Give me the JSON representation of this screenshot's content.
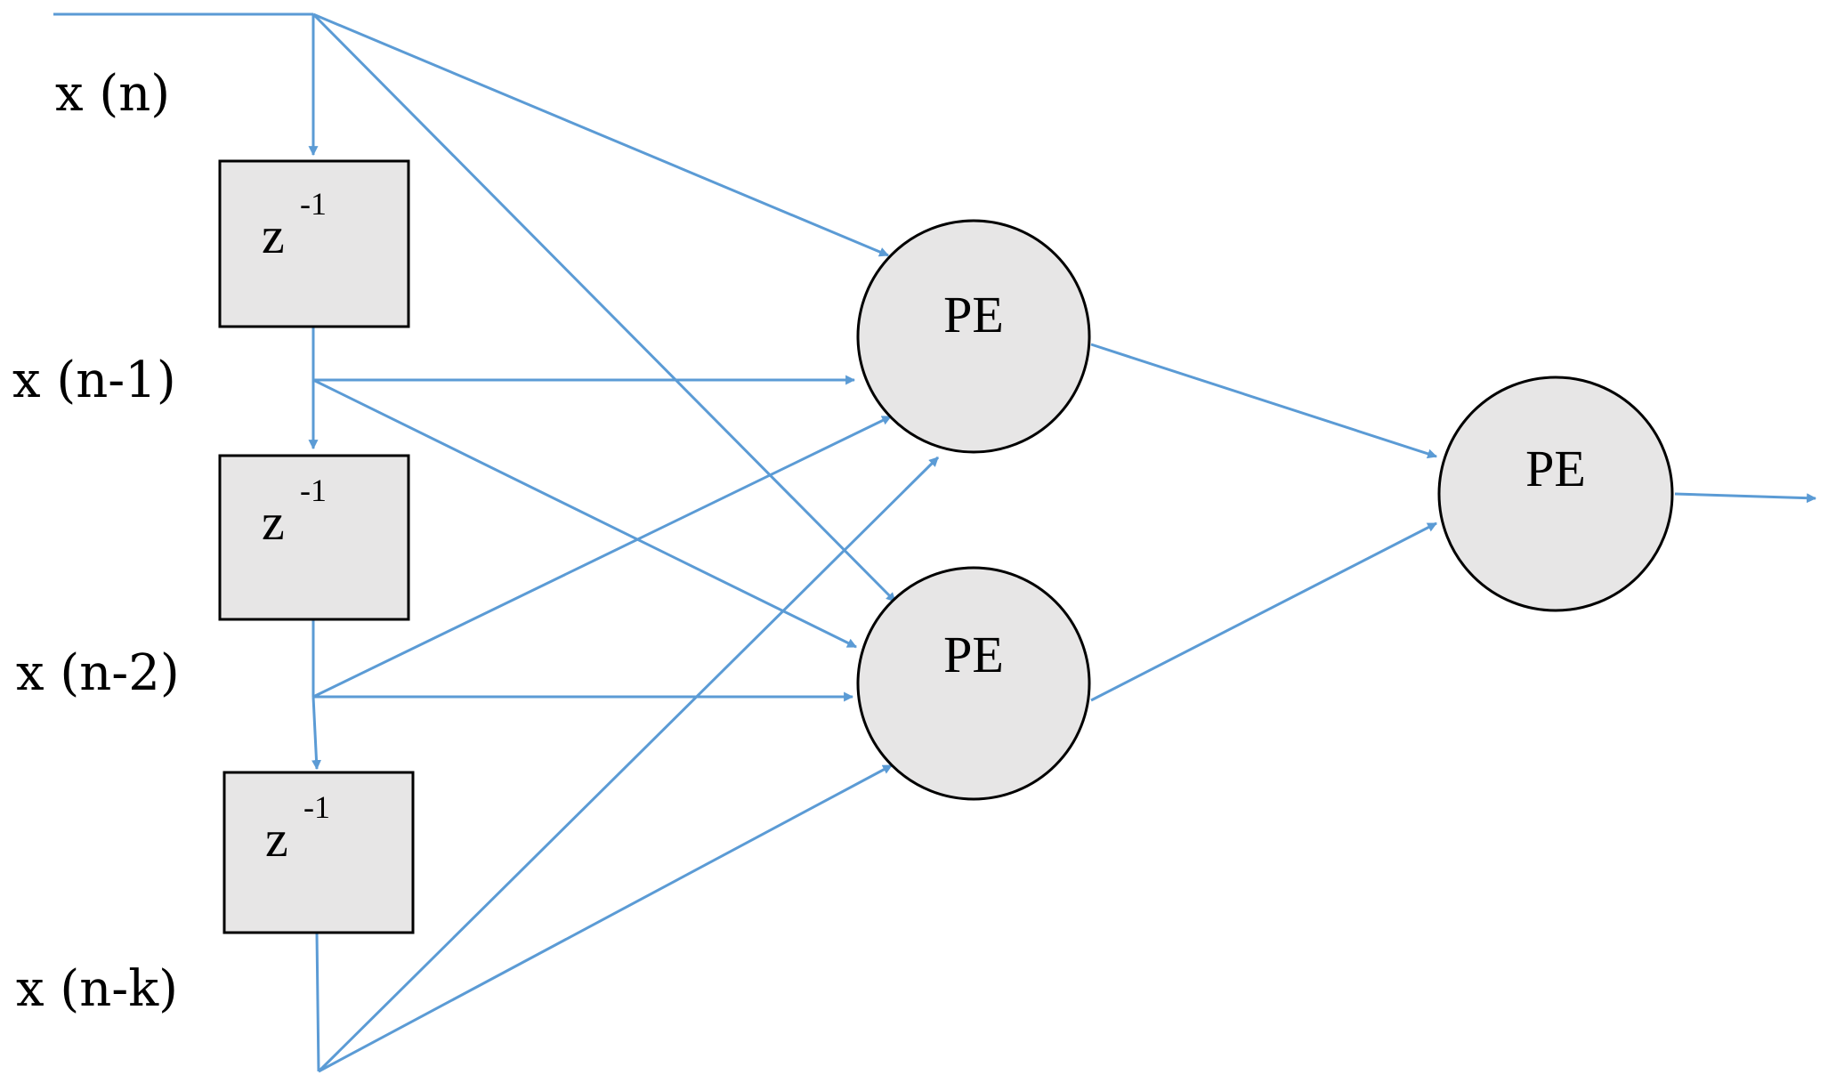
{
  "diagram": {
    "input_labels": [
      "x (n)",
      "x (n-1)",
      "x (n-2)",
      "x (n-k)"
    ],
    "delay_blocks": [
      {
        "base": "z",
        "exponent": "-1"
      },
      {
        "base": "z",
        "exponent": "-1"
      },
      {
        "base": "z",
        "exponent": "-1"
      }
    ],
    "hidden_nodes": [
      "PE",
      "PE"
    ],
    "output_node": "PE",
    "colors": {
      "arrow": "#5b9bd5",
      "node_fill": "#e7e6e6",
      "stroke": "#000000"
    }
  }
}
